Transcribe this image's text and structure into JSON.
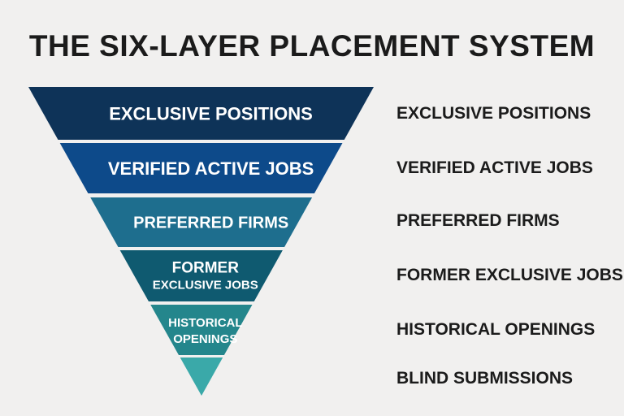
{
  "title": "THE SIX-LAYER PLACEMENT SYSTEM",
  "layers": [
    {
      "inner": [
        "EXCLUSIVE POSITIONS"
      ],
      "side": "EXCLUSIVE POSITIONS",
      "color": "#0e3358"
    },
    {
      "inner": [
        "VERIFIED ACTIVE JOBS"
      ],
      "side": "VERIFIED ACTIVE JOBS",
      "color": "#0d4a8a"
    },
    {
      "inner": [
        "PREFERRED FIRMS"
      ],
      "side": "PREFERRED FIRMS",
      "color": "#1e6e8e"
    },
    {
      "inner": [
        "FORMER",
        "EXCLUSIVE JOBS"
      ],
      "side": "FORMER EXCLUSIVE JOBS",
      "color": "#0f5a70"
    },
    {
      "inner": [
        "HISTORICAL",
        "OPENINGS"
      ],
      "side": "HISTORICAL OPENINGS",
      "color": "#24868c"
    },
    {
      "inner": [],
      "side": "BLIND SUBMISSIONS",
      "color": "#3aa9a9"
    }
  ]
}
